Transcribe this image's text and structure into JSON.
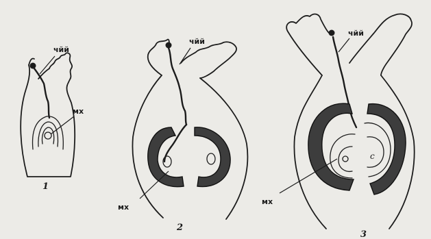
{
  "diagram": {
    "panels": [
      {
        "number": "1",
        "labels": {
          "tube": "чйй",
          "base": "мх"
        }
      },
      {
        "number": "2",
        "labels": {
          "tube": "чйй",
          "base": "мх"
        }
      },
      {
        "number": "3",
        "labels": {
          "tube": "чйй",
          "base": "мх",
          "cavity": "c"
        }
      }
    ]
  },
  "colors": {
    "background": "#ecebe7",
    "ink": "#1c1c1c",
    "shading": "#3d3d3d"
  }
}
